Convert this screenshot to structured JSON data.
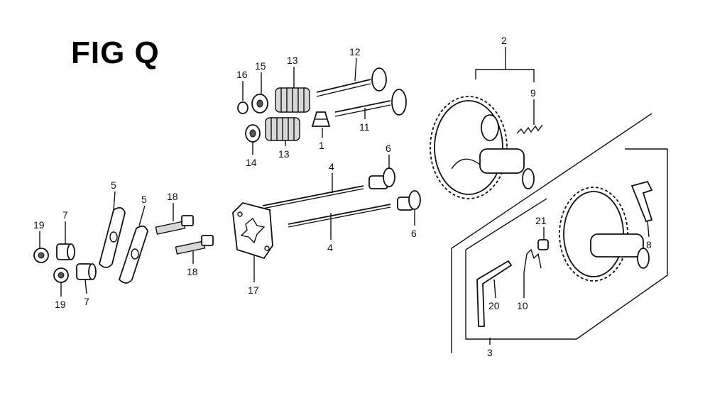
{
  "figure": {
    "title": "FIG Q",
    "labels": {
      "p1": "1",
      "p2": "2",
      "p3": "3",
      "p4a": "4",
      "p4b": "4",
      "p5a": "5",
      "p5b": "5",
      "p6a": "6",
      "p6b": "6",
      "p7a": "7",
      "p7b": "7",
      "p8": "8",
      "p9": "9",
      "p10": "10",
      "p11": "11",
      "p12": "12",
      "p13a": "13",
      "p13b": "13",
      "p14": "14",
      "p15": "15",
      "p16": "16",
      "p17": "17",
      "p18a": "18",
      "p18b": "18",
      "p19a": "19",
      "p19b": "19",
      "p20": "20",
      "p21": "21"
    }
  }
}
